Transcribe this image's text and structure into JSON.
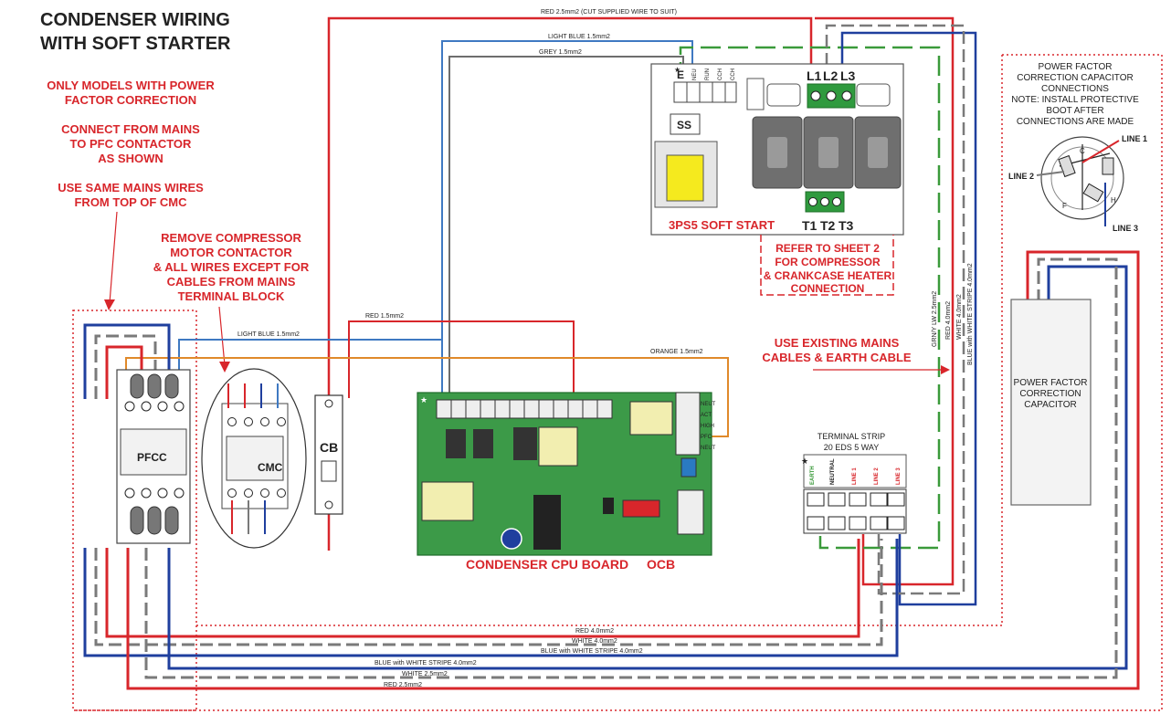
{
  "title": [
    "CONDENSER WIRING",
    "WITH SOFT STARTER"
  ],
  "notes": {
    "pfc_only": [
      "ONLY MODELS WITH POWER",
      "FACTOR CORRECTION"
    ],
    "connect_mains": [
      "CONNECT FROM MAINS",
      "TO PFC CONTACTOR",
      "AS SHOWN"
    ],
    "same_wires": [
      "USE SAME MAINS WIRES",
      "FROM TOP OF CMC"
    ],
    "remove_cmc": [
      "REMOVE COMPRESSOR",
      "MOTOR CONTACTOR",
      "& ALL WIRES EXCEPT FOR",
      "CABLES FROM MAINS",
      "TERMINAL BLOCK"
    ],
    "refer_sheet": [
      "REFER TO SHEET 2",
      "FOR COMPRESSOR",
      "& CRANKCASE HEATER",
      "CONNECTION"
    ],
    "use_existing": [
      "USE EXISTING MAINS",
      "CABLES & EARTH CABLE"
    ],
    "pfc_cap_connections": [
      "POWER FACTOR",
      "CORRECTION CAPACITOR",
      "CONNECTIONS",
      "NOTE: INSTALL PROTECTIVE",
      "BOOT AFTER",
      "CONNECTIONS ARE MADE"
    ]
  },
  "components": {
    "soft_start": {
      "label": "3PS5 SOFT START",
      "ss": "SS",
      "inputs": [
        "L1",
        "L2",
        "L3"
      ],
      "outputs": [
        "T1",
        "T2",
        "T3"
      ],
      "ctrl_terminals": [
        "E",
        "NEU",
        "RUN",
        "CCH",
        "CCH"
      ]
    },
    "cpu_board": {
      "label": "CONDENSER CPU BOARD",
      "code": "OCB",
      "right_terminals": [
        "NEUT",
        "ACT",
        "HIGH",
        "PFC",
        "NEUT"
      ]
    },
    "pfcc": {
      "label": "PFCC"
    },
    "cmc": {
      "label": "CMC"
    },
    "cb": {
      "label": "CB"
    },
    "terminal_strip": {
      "title": [
        "TERMINAL STRIP",
        "20 EDS 5 WAY"
      ],
      "terminals": [
        "EARTH",
        "NEUTRAL",
        "LINE 1",
        "LINE 2",
        "LINE 3"
      ]
    },
    "capacitor": {
      "label": [
        "POWER FACTOR",
        "CORRECTION",
        "CAPACITOR"
      ]
    },
    "cap_diagram": {
      "lines": [
        "LINE 1",
        "LINE 2",
        "LINE 3"
      ],
      "letters": [
        "C",
        "F",
        "H"
      ]
    }
  },
  "wires": {
    "red_top": "RED 2.5mm2 (CUT SUPPLIED WIRE TO SUIT)",
    "light_blue_top": "LIGHT BLUE 1.5mm2",
    "grey": "GREY 1.5mm2",
    "light_blue_mid": "LIGHT BLUE 1.5mm2",
    "red_mid": "RED 1.5mm2",
    "orange": "ORANGE 1.5mm2",
    "grn_y": "GRN/Y LW 2.5mm2",
    "red4_v": "RED 4.0mm2",
    "white4_v": "WHITE 4.0mm2",
    "blue_ws_v": "BLUE with WHITE STRIPE 4.0mm2",
    "red4": "RED 4.0mm2",
    "white4": "WHITE 4.0mm2",
    "blue_ws_1": "BLUE with WHITE STRIPE 4.0mm2",
    "blue_ws_2": "BLUE with WHITE STRIPE 4.0mm2",
    "white25": "WHITE 2.5mm2",
    "red25": "RED 2.5mm2"
  },
  "colors": {
    "red": "#d8262b",
    "blue": "#1f3f9e",
    "light_blue": "#3f79c2",
    "grey": "#7a7a7a",
    "green": "#3a9a3a",
    "orange": "#e0892a",
    "board": "#3c9a48"
  }
}
